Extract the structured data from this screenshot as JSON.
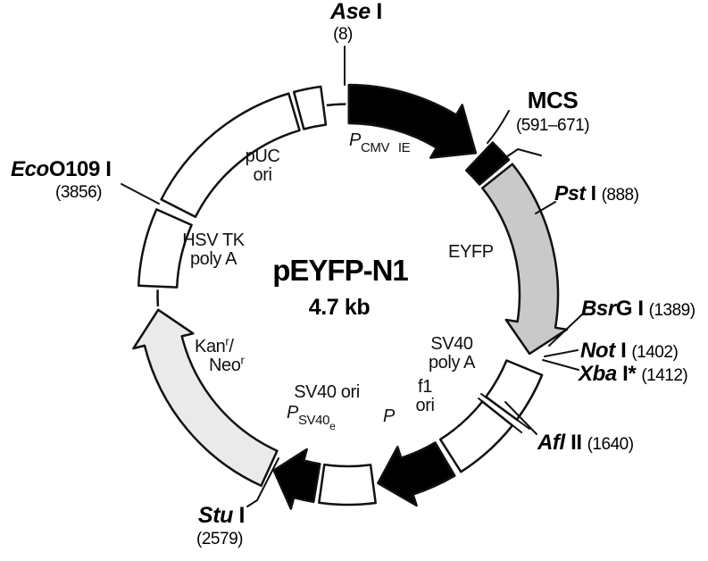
{
  "title": {
    "name": "pEYFP-N1",
    "size": "4.7 kb"
  },
  "colors": {
    "black": "#000000",
    "white": "#ffffff",
    "eyfp_fill": "#c9c9c9",
    "kan_fill": "#eaeaea",
    "line": "#111111"
  },
  "map": {
    "segments": [
      {
        "id": "pcmv-arrow",
        "kind": "arrow",
        "start": 0.2,
        "end": 42,
        "head": 11,
        "fill": "black"
      },
      {
        "id": "mcs-segment",
        "kind": "band",
        "start": 43.5,
        "end": 50,
        "fill": "black"
      },
      {
        "id": "eyfp-arrow",
        "kind": "arrow",
        "start": 51.5,
        "end": 108,
        "head": 9,
        "fill": "eyfp_fill"
      },
      {
        "id": "sv40-polya-segment",
        "kind": "band",
        "start": 112.5,
        "end": 126.5,
        "fill": "white"
      },
      {
        "id": "f1-ori-segment",
        "kind": "band",
        "start": 128.5,
        "end": 147.5,
        "fill": "white"
      },
      {
        "id": "p-arrow-1",
        "kind": "arrow",
        "start": 149.5,
        "end": 171,
        "head": 9,
        "fill": "black"
      },
      {
        "id": "sv40-ori-segment",
        "kind": "band",
        "start": 172.5,
        "end": 188,
        "fill": "white"
      },
      {
        "id": "p-arrow-2",
        "kind": "arrow",
        "start": 189.5,
        "end": 203,
        "head": 8,
        "fill": "black"
      },
      {
        "id": "kan-neo-arrow",
        "kind": "arrow",
        "start": 204.5,
        "end": 265.5,
        "head": 9.5,
        "fill": "kan_fill"
      },
      {
        "id": "connector-left",
        "kind": "line",
        "start": 266.5,
        "end": 271.5
      },
      {
        "id": "hsv-tk-segment",
        "kind": "band",
        "start": 272.5,
        "end": 294,
        "fill": "white"
      },
      {
        "id": "puc-ori-segment",
        "kind": "band",
        "start": 297,
        "end": 343.5,
        "fill": "white"
      },
      {
        "id": "top-small-segment",
        "kind": "band",
        "start": 345,
        "end": 352.5,
        "fill": "white"
      },
      {
        "id": "connector-top",
        "kind": "line",
        "start": 353.5,
        "end": 359.3
      }
    ]
  },
  "sites": {
    "ase": {
      "italic": "Ase",
      "rest": " I",
      "coord": "(8)"
    },
    "mcs": {
      "name": "MCS",
      "coord": "(591–671)"
    },
    "pst": {
      "italic": "Pst",
      "rest": " I",
      "coord": "(888)"
    },
    "bsrg": {
      "italic": "Bsr",
      "rest": "G I",
      "coord": "(1389)"
    },
    "not": {
      "italic": "Not",
      "rest": " I",
      "coord": "(1402)"
    },
    "xba": {
      "italic": "Xba",
      "rest": " I*",
      "coord": "(1412)"
    },
    "afl": {
      "italic": "Afl",
      "rest": " II",
      "coord": "(1640)"
    },
    "stu": {
      "italic": "Stu",
      "rest": " I",
      "coord": "(2579)"
    },
    "eco": {
      "italic": "Eco",
      "rest": "O109 I",
      "coord": "(3856)"
    }
  },
  "features": {
    "pcmv": {
      "p": "P",
      "sub": "CMV IE"
    },
    "eyfp": "EYFP",
    "sv40_polya": {
      "line1": "SV40",
      "line2": "poly A"
    },
    "f1_ori": {
      "line1": "f1",
      "line2": "ori"
    },
    "p1": "P",
    "sv40_ori": "SV40 ori",
    "sv40e": {
      "p": "P",
      "sub": "SV40",
      "sub2": "e"
    },
    "kan_neo": {
      "kan": "Kan",
      "sup1": "r",
      "slash": "/",
      "neo": "Neo",
      "sup2": "r"
    },
    "hsv_tk": {
      "line1": "HSV TK",
      "line2": "poly A"
    },
    "puc_ori": {
      "line1": "pUC",
      "line2": "ori"
    }
  }
}
